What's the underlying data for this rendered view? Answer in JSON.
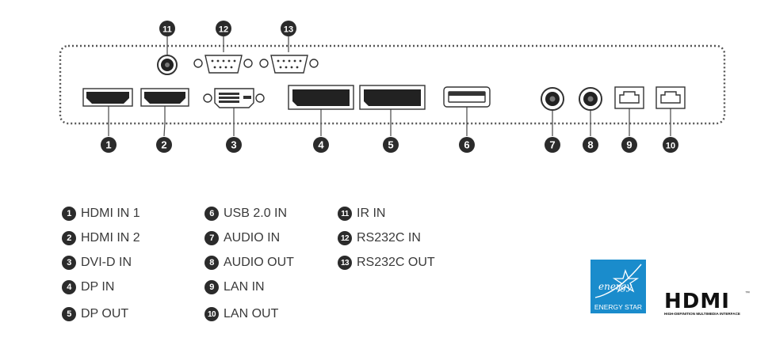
{
  "ports": [
    {
      "num": "1",
      "label": "HDMI IN 1"
    },
    {
      "num": "2",
      "label": "HDMI IN 2"
    },
    {
      "num": "3",
      "label": "DVI-D IN"
    },
    {
      "num": "4",
      "label": "DP IN"
    },
    {
      "num": "5",
      "label": "DP OUT"
    },
    {
      "num": "6",
      "label": "USB 2.0 IN"
    },
    {
      "num": "7",
      "label": "AUDIO IN"
    },
    {
      "num": "8",
      "label": "AUDIO OUT"
    },
    {
      "num": "9",
      "label": "LAN IN"
    },
    {
      "num": "10",
      "label": "LAN OUT"
    },
    {
      "num": "11",
      "label": "IR IN"
    },
    {
      "num": "12",
      "label": "RS232C IN"
    },
    {
      "num": "13",
      "label": "RS232C OUT"
    }
  ],
  "logos": {
    "energy_star": {
      "script": "energy",
      "label": "ENERGY STAR",
      "color": "#1a8ccc"
    },
    "hdmi": {
      "word": "HDMI",
      "tagline": "HIGH-DEFINITION MULTIMEDIA INTERFACE",
      "tm": "™"
    }
  },
  "colors": {
    "badge": "#2b2b2b",
    "line": "#555555"
  }
}
